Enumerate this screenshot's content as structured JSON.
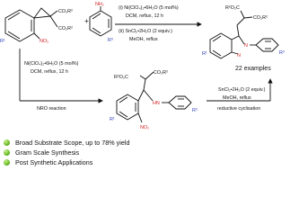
{
  "reactant1": {
    "ester_top": "CO₂R²",
    "ester_bottom": "CO₂R²",
    "nitro": "NO₂",
    "substituent": "R¹"
  },
  "reactant2": {
    "amine": "NH₂",
    "substituent": "R³",
    "plus": "+"
  },
  "one_pot": {
    "step1": "(i) Ni(ClO₄)₂•6H₂O (5 mol%)",
    "step1b": "DCM, reflux, 12 h",
    "step2": "(ii) SnCl₂•2H₂O (2 equiv.)",
    "step2b": "MeOH, reflux"
  },
  "product": {
    "ester_top": "CO₂R²",
    "ester_left": "R²O₂C",
    "substituent1": "R¹",
    "substituent3": "R³",
    "n1": "N",
    "n2": "N",
    "count": "22 examples"
  },
  "step_nro": {
    "line1": "Ni(ClO₄)₂•6H₂O (5 mol%)",
    "line2": "DCM, reflux, 12 h",
    "label": "NRO reaction"
  },
  "intermediate": {
    "ester_left": "R²O₂C",
    "ester_right": "CO₂R²",
    "nitro": "NO₂",
    "hn": "HN",
    "substituent1": "R¹",
    "substituent3": "R³"
  },
  "step_reduction": {
    "line1": "SnCl₂•2H₂O (2 equiv.)",
    "line2": "MeOH, reflux",
    "label": "reductive cyclisation"
  },
  "features": [
    "Broad Substrate Scope, up to 78% yield",
    "Gram Scale Synthesis",
    "Post Synthetic Applications"
  ]
}
